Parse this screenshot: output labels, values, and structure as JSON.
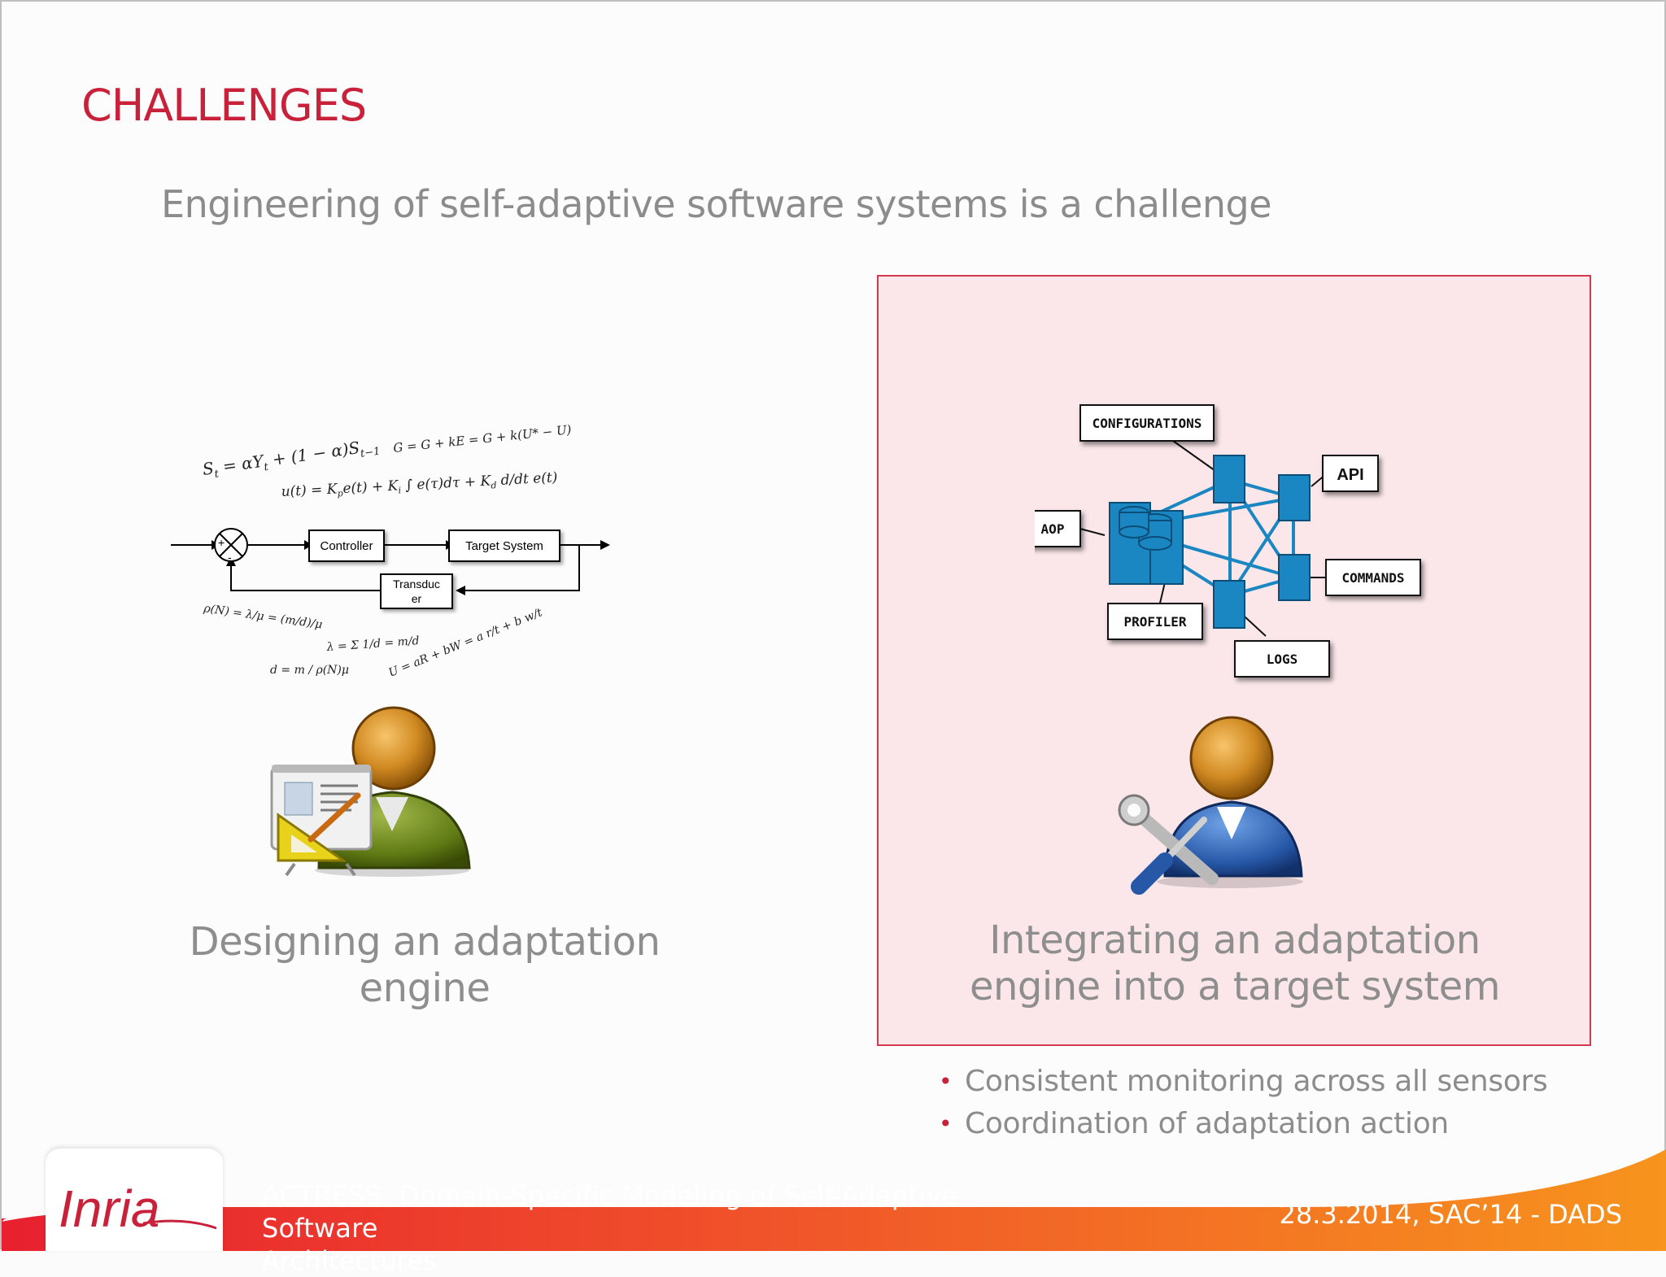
{
  "slide": {
    "title": "CHALLENGES",
    "subtitle": "Engineering of self-adaptive software systems is a challenge",
    "left": {
      "caption_line1": "Designing an adaptation",
      "caption_line2": "engine",
      "diagram": {
        "equation1": "S",
        "controller": "Controller",
        "target_system": "Target System",
        "transducer_line1": "Transduc",
        "transducer_line2": "er"
      }
    },
    "right": {
      "caption_line1": "Integrating an adaptation",
      "caption_line2": "engine into a target system",
      "diagram_labels": {
        "configurations": "CONFIGURATIONS",
        "api": "API",
        "aop": "AOP",
        "commands": "COMMANDS",
        "profiler": "PROFILER",
        "logs": "LOGS"
      }
    },
    "bullets": [
      "Consistent monitoring across all sensors",
      "Coordination of adaptation action"
    ],
    "footer": {
      "logo_text": "Inria",
      "line1": "ACTRESS: Domain-Specific Modeling of Self-Adaptive Software",
      "line2": "Architectures",
      "date": "28.3.2014, SAC’14 - DADS"
    },
    "colors": {
      "accent": "#c9213a",
      "highlight_bg": "#fbe7ea",
      "footer_gradient_start": "#e8202f",
      "footer_gradient_end": "#f7941d",
      "server_blue": "#1a86c2"
    }
  }
}
